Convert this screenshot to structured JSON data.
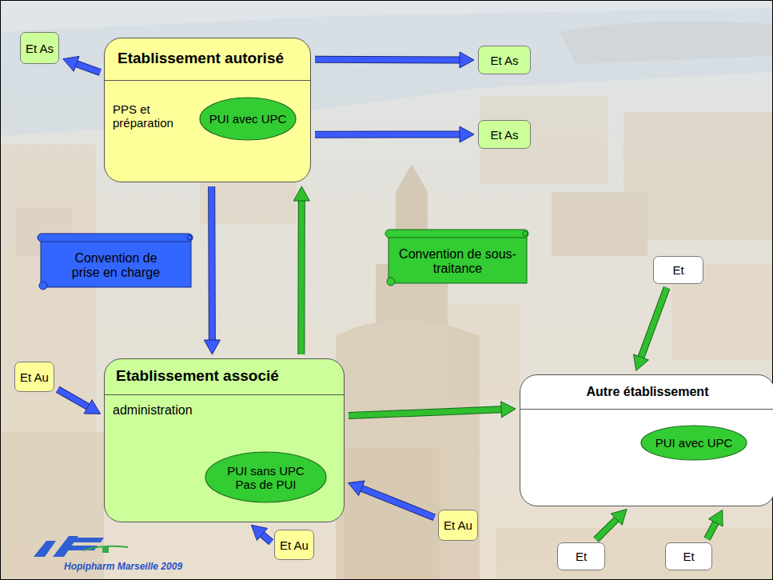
{
  "diagram": {
    "nodes": [
      {
        "text": [
          "Et As"
        ]
      },
      {
        "text": [
          "Etablissement autorisé",
          "PPS et préparation"
        ]
      },
      {
        "text": [
          "PUI avec UPC"
        ],
        "in": 1
      },
      {
        "text": [
          "Et As"
        ]
      },
      {
        "text": [
          "Et As"
        ]
      },
      {
        "text": [
          "Convention de prise en charge"
        ]
      },
      {
        "text": [
          "Convention de sous-traitance"
        ]
      },
      {
        "text": [
          "Et"
        ]
      },
      {
        "text": [
          "Et Au"
        ]
      },
      {
        "text": [
          "Etablissement associé",
          "administration"
        ]
      },
      {
        "text": [
          "PUI sans UPC Pas de PUI"
        ],
        "in": 9
      },
      {
        "text": [
          "Autre établissement"
        ]
      },
      {
        "text": [
          "PUI avec UPC"
        ],
        "in": 11
      },
      {
        "text": [
          "Et Au"
        ]
      },
      {
        "text": [
          "Et Au"
        ]
      },
      {
        "text": [
          "Et"
        ]
      },
      {
        "text": [
          "Et"
        ]
      }
    ],
    "edges": [
      {
        "from": 1,
        "to": 0,
        "arrow": "to"
      },
      {
        "from": 1,
        "to": 3,
        "arrow": "to"
      },
      {
        "from": 1,
        "to": 4,
        "arrow": "to"
      },
      {
        "from": 1,
        "to": 9,
        "arrow": "to"
      },
      {
        "from": 9,
        "to": 1,
        "arrow": "to"
      },
      {
        "from": 8,
        "to": 9,
        "arrow": "to"
      },
      {
        "from": 13,
        "to": 9,
        "arrow": "to"
      },
      {
        "from": 14,
        "to": 9,
        "arrow": "to"
      },
      {
        "from": 9,
        "to": 11,
        "arrow": "to"
      },
      {
        "from": 7,
        "to": 11,
        "arrow": "to"
      },
      {
        "from": 15,
        "to": 11,
        "arrow": "to"
      },
      {
        "from": 16,
        "to": 11,
        "arrow": "to"
      }
    ],
    "labels": [
      "Hopipharm Marseille 2009"
    ]
  }
}
